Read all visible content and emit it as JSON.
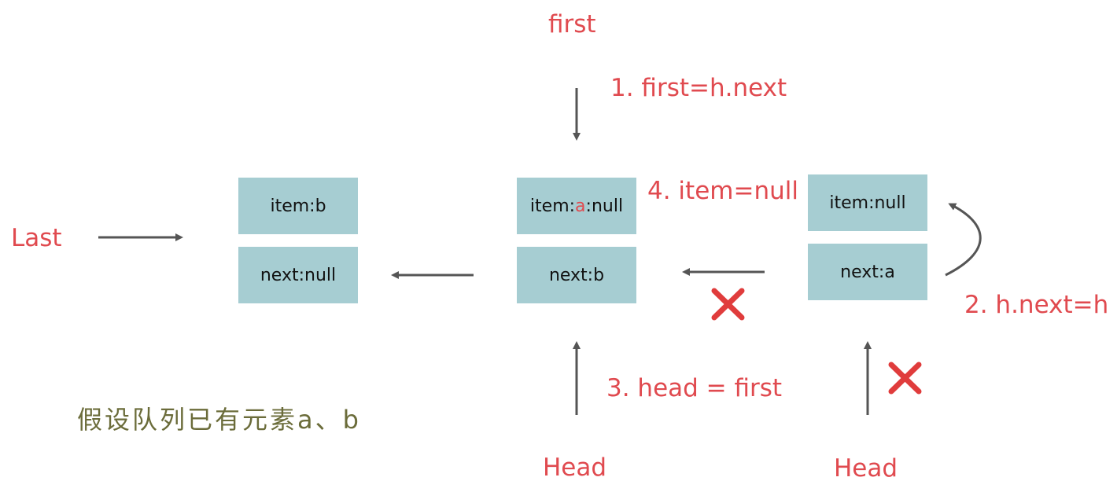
{
  "labels": {
    "first": "first",
    "step1": "1. first=h.next",
    "last": "Last",
    "step4": "4. item=null",
    "step2": "2. h.next=h",
    "step3": "3. head = first",
    "head_mid": "Head",
    "head_right": "Head",
    "note": "假设队列已有元素a、b"
  },
  "nodes": {
    "b": {
      "item": "item:b",
      "next": "next:null"
    },
    "a": {
      "item_prefix": "item:",
      "item_crossed": "a",
      "item_suffix": ":null",
      "next": "next:b"
    },
    "h": {
      "item": "item:null",
      "next": "next:a"
    }
  },
  "colors": {
    "node_fill": "#a6cdd2",
    "label_red": "#e04a4f",
    "arrow_gray": "#555555",
    "note_olive": "#6b6c3a"
  }
}
